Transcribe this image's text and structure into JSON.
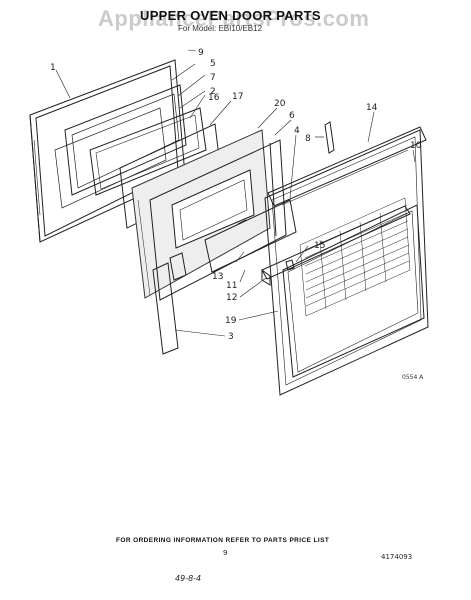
{
  "watermark": "AppliancePartsPros.com",
  "title": "UPPER OVEN DOOR PARTS",
  "subtitle": "For Model: EBI10/EB12",
  "footer_note": "FOR ORDERING INFORMATION REFER TO PARTS PRICE LIST",
  "page_number": "9",
  "document_number": "4174093",
  "date_code": "49-8-4",
  "figure_code": "0554 A",
  "callouts": [
    "1",
    "2",
    "3",
    "4",
    "5",
    "6",
    "7",
    "8",
    "9",
    "10",
    "11",
    "12",
    "13",
    "14",
    "15",
    "16",
    "17",
    "19",
    "20"
  ]
}
